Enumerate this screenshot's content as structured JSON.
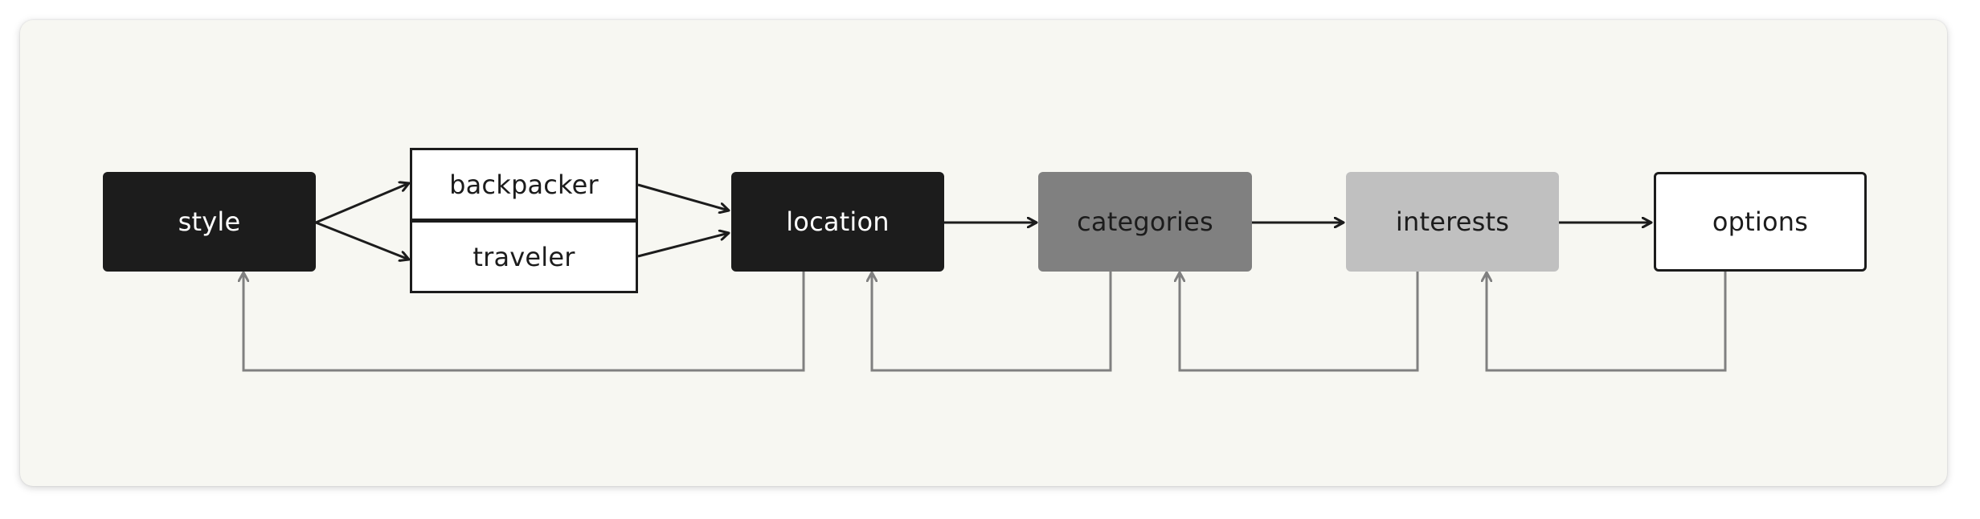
{
  "nodes": {
    "style": "style",
    "backpacker": "backpacker",
    "traveler": "traveler",
    "location": "location",
    "categories": "categories",
    "interests": "interests",
    "options": "options"
  },
  "colors": {
    "dark": "#1c1c1c",
    "mid": "#808080",
    "light": "#c0c0c0",
    "outline": "#ffffff",
    "arrow_forward": "#1c1c1c",
    "arrow_back": "#808080",
    "background": "#f7f7f2"
  }
}
